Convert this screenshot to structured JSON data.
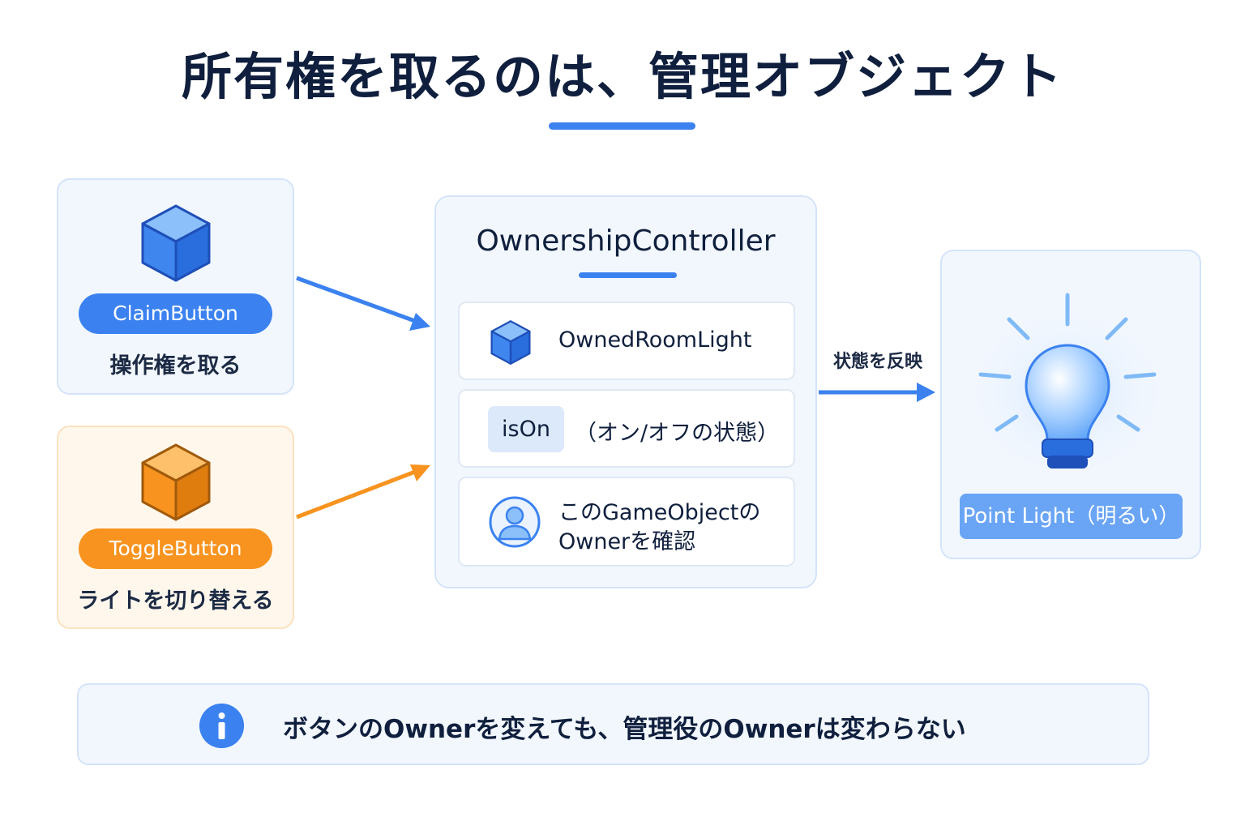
{
  "title": "所有権を取るのは、管理オブジェクト",
  "claim_card": {
    "button_label": "ClaimButton",
    "caption": "操作権を取る"
  },
  "toggle_card": {
    "button_label": "ToggleButton",
    "caption": "ライトを切り替える"
  },
  "controller": {
    "title": "OwnershipController",
    "rows": [
      {
        "label": "OwnedRoomLight",
        "icon": "cube-icon"
      },
      {
        "badge": "isOn",
        "label": "（オン/オフの状態）"
      },
      {
        "label_line1": "このGameObjectの",
        "label_line2": "Ownerを確認",
        "icon": "user-icon"
      }
    ]
  },
  "edge_label": "状態を反映",
  "light_card": {
    "label": "Point Light（明るい）",
    "icon": "light-bulb-icon"
  },
  "info": {
    "icon": "info-icon",
    "text": "ボタンのOwnerを変えても、管理役のOwnerは変わらない"
  },
  "colors": {
    "accent_blue": "#3b82f0",
    "accent_orange": "#f7931e",
    "text_dark": "#0f1f3d"
  }
}
